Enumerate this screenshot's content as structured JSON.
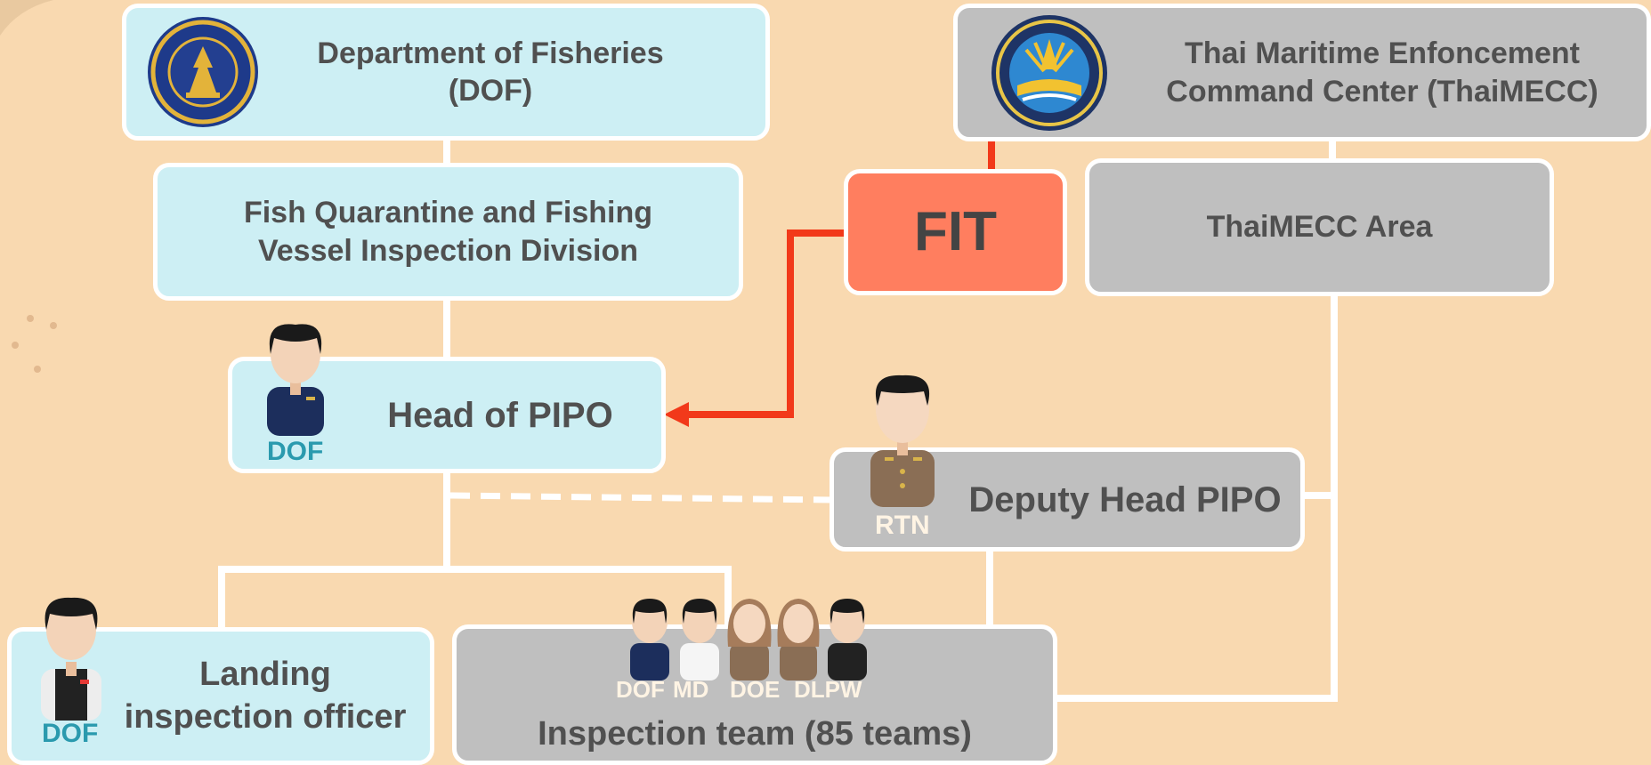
{
  "colors": {
    "background": "#F9D9B0",
    "dof_box": "#CDEFF4",
    "thaimecc_box": "#BFBFBF",
    "fit_box": "#FF7E5F",
    "fit_arrow": "#F2391A",
    "connector": "#FFFFFF",
    "dof_text": "#2A9AAE",
    "box_text": "#505050"
  },
  "nodes": {
    "dof": {
      "line1": "Department of Fisheries",
      "line2": "(DOF)",
      "icon": "dof-seal-icon"
    },
    "fish_quarantine": {
      "line1": "Fish Quarantine and Fishing",
      "line2": "Vessel Inspection Division"
    },
    "head_pipo": {
      "label": "Head of PIPO",
      "agency": "DOF"
    },
    "thaimecc": {
      "line1": "Thai Maritime Enfoncement",
      "line2": "Command Center (ThaiMECC)",
      "icon": "thaimecc-seal-icon"
    },
    "fit": {
      "label": "FIT"
    },
    "thaimecc_area": {
      "label": "ThaiMECC Area"
    },
    "deputy_head": {
      "label": "Deputy Head PIPO",
      "agency": "RTN"
    },
    "landing_officer": {
      "line1": "Landing",
      "line2": "inspection officer",
      "agency": "DOF"
    },
    "inspection_team": {
      "label": "Inspection team (85 teams)",
      "agencies": [
        "DOF",
        "MD",
        "DOE",
        "DLPW"
      ]
    }
  }
}
